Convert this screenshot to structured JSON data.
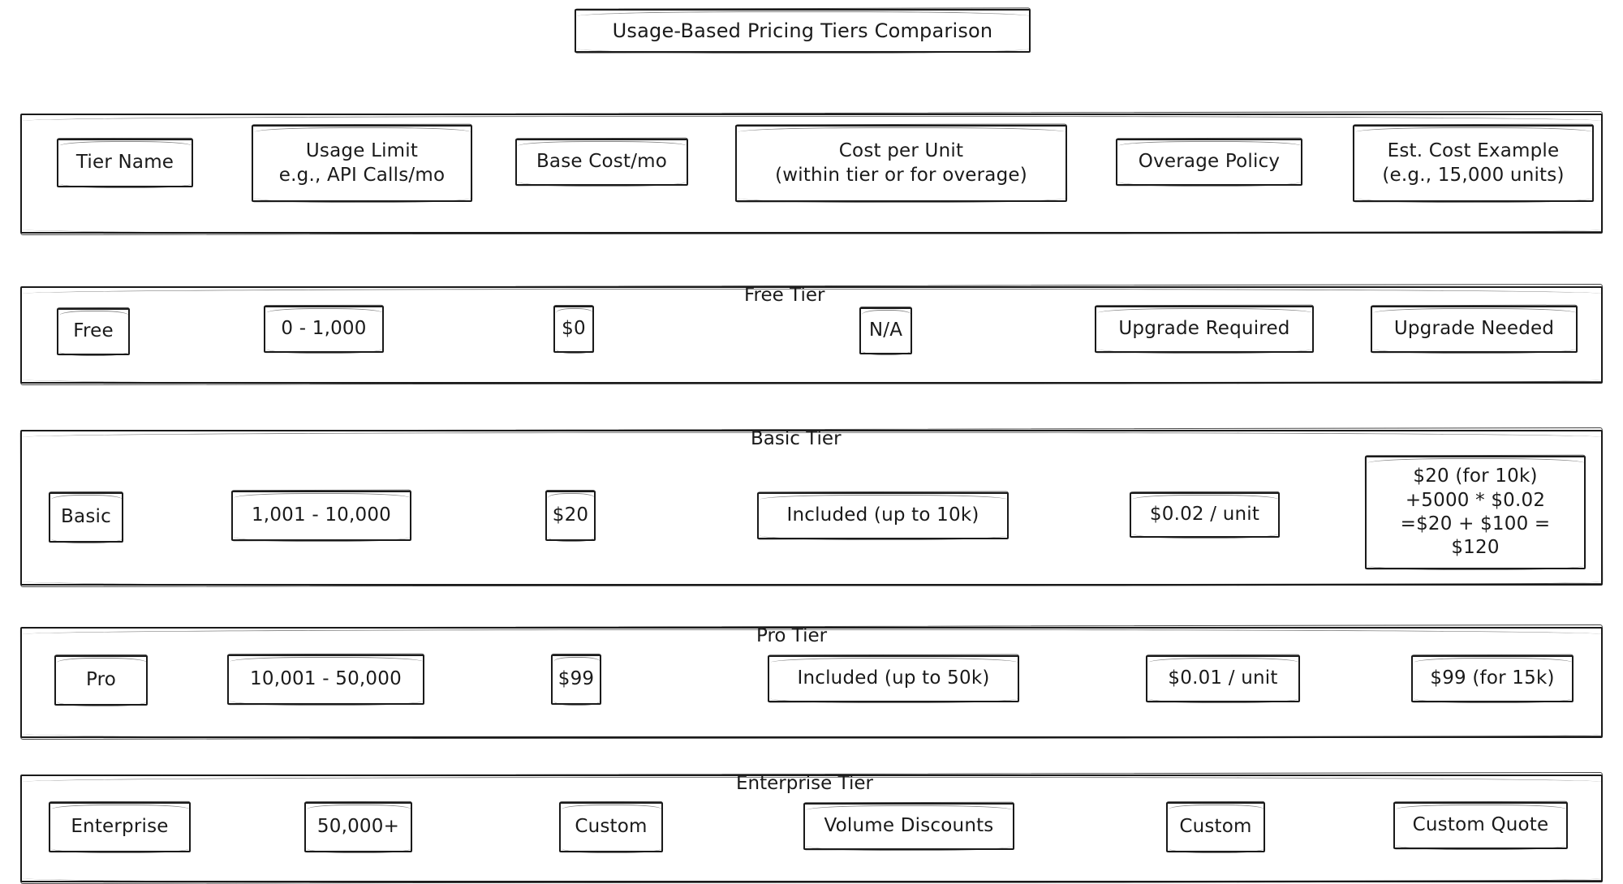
{
  "diagram": {
    "title": "Usage-Based Pricing Tiers Comparison",
    "style": "hand-drawn-sketch",
    "stroke_color": "#1b1b1b",
    "background_color": "#ffffff"
  },
  "columns": [
    {
      "key": "tier_name",
      "label": "Tier Name"
    },
    {
      "key": "usage_limit",
      "label": "Usage Limit\ne.g., API Calls/mo"
    },
    {
      "key": "base_cost",
      "label": "Base Cost/mo"
    },
    {
      "key": "cost_unit",
      "label": "Cost per Unit\n(within tier or for overage)"
    },
    {
      "key": "overage",
      "label": "Overage Policy"
    },
    {
      "key": "est_cost",
      "label": "Est. Cost Example\n(e.g., 15,000 units)"
    }
  ],
  "rows": [
    {
      "group_label": "Free Tier",
      "cells": {
        "tier_name": "Free",
        "usage_limit": "0 - 1,000",
        "base_cost": "$0",
        "cost_unit": "N/A",
        "overage": "Upgrade Required",
        "est_cost": "Upgrade Needed"
      }
    },
    {
      "group_label": "Basic Tier",
      "cells": {
        "tier_name": "Basic",
        "usage_limit": "1,001 - 10,000",
        "base_cost": "$20",
        "cost_unit": "Included (up to 10k)",
        "overage": "$0.02 / unit",
        "est_cost": "$20 (for 10k)\n+5000 * $0.02\n=$20 + $100 =\n$120"
      }
    },
    {
      "group_label": "Pro Tier",
      "cells": {
        "tier_name": "Pro",
        "usage_limit": "10,001 - 50,000",
        "base_cost": "$99",
        "cost_unit": "Included (up to 50k)",
        "overage": "$0.01 / unit",
        "est_cost": "$99 (for 15k)"
      }
    },
    {
      "group_label": "Enterprise Tier",
      "cells": {
        "tier_name": "Enterprise",
        "usage_limit": "50,000+",
        "base_cost": "Custom",
        "cost_unit": "Volume Discounts",
        "overage": "Custom",
        "est_cost": "Custom Quote"
      }
    }
  ]
}
